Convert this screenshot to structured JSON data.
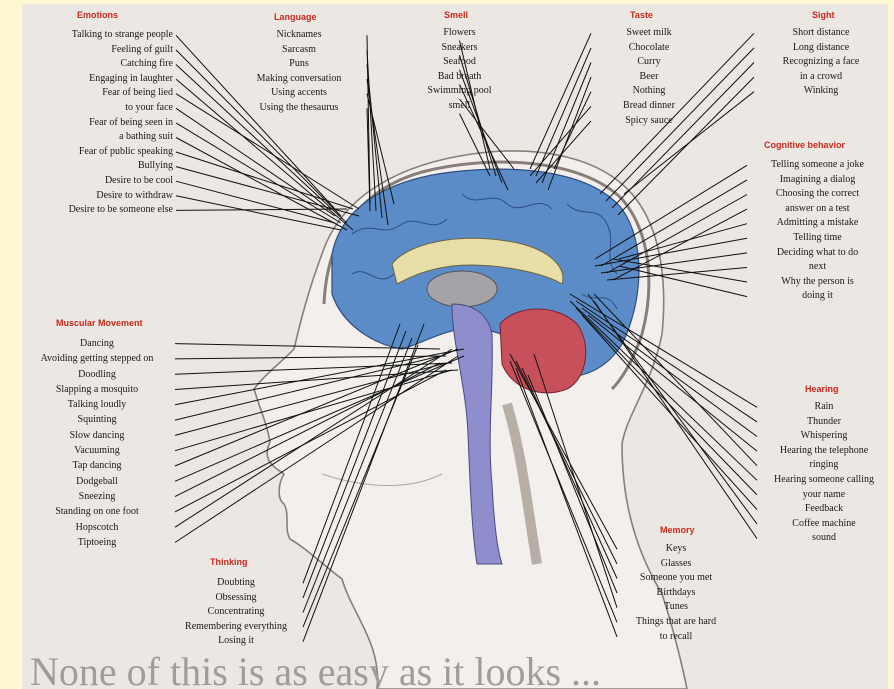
{
  "categories": {
    "emotions": {
      "title": "Emotions",
      "items": [
        "Talking to strange people",
        "Feeling of guilt",
        "Catching fire",
        "Engaging in laughter",
        "Fear of being lied",
        "to your face",
        "Fear of being seen in",
        "a bathing suit",
        "Fear of public speaking",
        "Bullying",
        "Desire to be cool",
        "Desire to withdraw",
        "Desire to be someone else"
      ]
    },
    "language": {
      "title": "Language",
      "items": [
        "Nicknames",
        "Sarcasm",
        "Puns",
        "Making conversation",
        "Using accents",
        "Using the thesaurus"
      ]
    },
    "smell": {
      "title": "Smell",
      "items": [
        "Flowers",
        "Sneakers",
        "Seafood",
        "Bad breath",
        "Swimming pool",
        "smell"
      ]
    },
    "taste": {
      "title": "Taste",
      "items": [
        "Sweet milk",
        "Chocolate",
        "Curry",
        "Beer",
        "Nothing",
        "Bread dinner",
        "Spicy sauce"
      ]
    },
    "sight": {
      "title": "Sight",
      "items": [
        "Short distance",
        "Long distance",
        "Recognizing a face",
        "in a crowd",
        "Winking"
      ]
    },
    "cognitive": {
      "title": "Cognitive behavior",
      "items": [
        "Telling someone a joke",
        "Imagining a dialog",
        "Choosing the correct",
        "answer on a test",
        "Admitting a mistake",
        "Telling time",
        "Deciding what to do",
        "next",
        "Why the person is",
        "doing it"
      ]
    },
    "hearing": {
      "title": "Hearing",
      "items": [
        "Rain",
        "Thunder",
        "Whispering",
        "Hearing the telephone",
        "ringing",
        "Hearing someone calling",
        "your name",
        "Feedback",
        "Coffee machine",
        "sound"
      ]
    },
    "muscular": {
      "title": "Muscular Movement",
      "items": [
        "Dancing",
        "Avoiding getting stepped on",
        "Doodling",
        "Slapping a mosquito",
        "Talking loudly",
        "Squinting",
        "Slow dancing",
        "Vacuuming",
        "Tap dancing",
        "Dodgeball",
        "Sneezing",
        "Standing on one foot",
        "Hopscotch",
        "Tiptoeing"
      ]
    },
    "memory": {
      "title": "Memory",
      "items": [
        "Keys",
        "Glasses",
        "Someone you met",
        "Birthdays",
        "Tunes",
        "Things that are hard",
        "to recall"
      ]
    },
    "thinking": {
      "title": "Thinking",
      "items": [
        "Doubting",
        "Obsessing",
        "Concentrating",
        "Remembering everything",
        "Losing it"
      ]
    }
  },
  "footer": "None of this is as easy as it looks ...",
  "colors": {
    "page_bg": "#fdf8d0",
    "panel_bg": "#ebe7e3",
    "category_title": "#c82a1e",
    "cerebrum": "#5b8cc8",
    "cerebellum": "#c8505a",
    "corpus_callosum": "#e8dfa8",
    "brainstem": "#8f8ecc",
    "skin": "#f2efec"
  }
}
